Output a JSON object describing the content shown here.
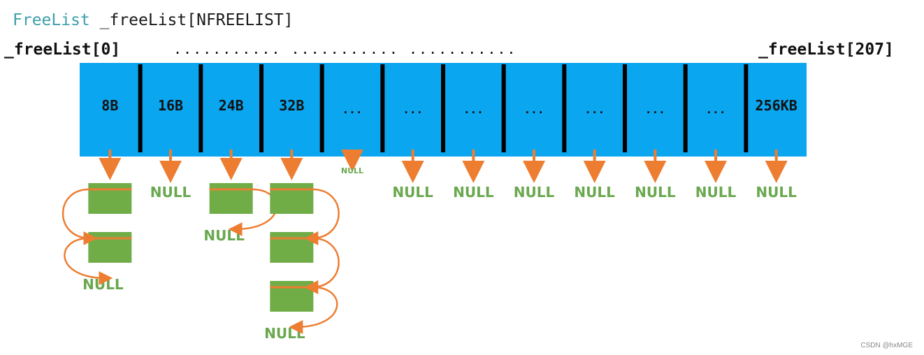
{
  "title": {
    "type": "FreeList",
    "decl": " _freeList[NFREELIST]"
  },
  "labels": {
    "first": "_freeList[0]",
    "dots": "........... ........... ...........",
    "last": "_freeList[207]"
  },
  "buckets": [
    "8B",
    "16B",
    "24B",
    "32B",
    "...",
    "...",
    "...",
    "...",
    "...",
    "...",
    "...",
    "256KB"
  ],
  "bucket_chains": [
    2,
    0,
    1,
    3,
    0,
    0,
    0,
    0,
    0,
    0,
    0,
    0
  ],
  "null_text": "NULL",
  "watermark": "CSDN @hxMGE",
  "colors": {
    "bucket": "#0aa6f0",
    "divider": "#000000",
    "block": "#70ad47",
    "block_line": "#ed7d31",
    "arrow": "#ed7d31",
    "null_text": "#6aa84f",
    "type_keyword": "#3f9eaa"
  }
}
